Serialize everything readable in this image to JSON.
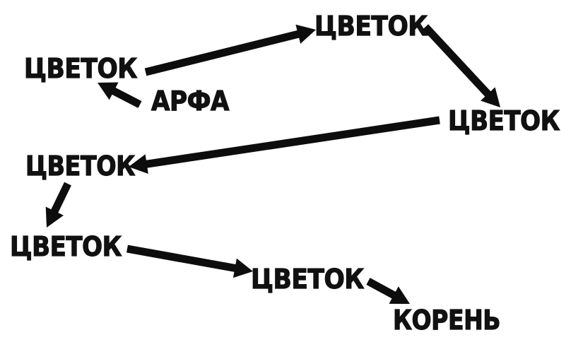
{
  "nodes": [
    {
      "id": "n1",
      "label": "ЦВЕТОК"
    },
    {
      "id": "n2",
      "label": "АРФА"
    },
    {
      "id": "n3",
      "label": "ЦВЕТОК"
    },
    {
      "id": "n4",
      "label": "ЦВЕТОК"
    },
    {
      "id": "n5",
      "label": "ЦВЕТОК"
    },
    {
      "id": "n6",
      "label": "ЦВЕТОК"
    },
    {
      "id": "n7",
      "label": "ЦВЕТОК"
    },
    {
      "id": "n8",
      "label": "КОРЕНЬ"
    }
  ],
  "edges": [
    {
      "from": "n2",
      "to": "n1"
    },
    {
      "from": "n1",
      "to": "n3"
    },
    {
      "from": "n3",
      "to": "n4"
    },
    {
      "from": "n4",
      "to": "n5"
    },
    {
      "from": "n5",
      "to": "n6"
    },
    {
      "from": "n6",
      "to": "n7"
    },
    {
      "from": "n7",
      "to": "n8"
    }
  ],
  "colors": {
    "text": "#111111",
    "arrow": "#0d0d0d",
    "background": "#ffffff"
  }
}
